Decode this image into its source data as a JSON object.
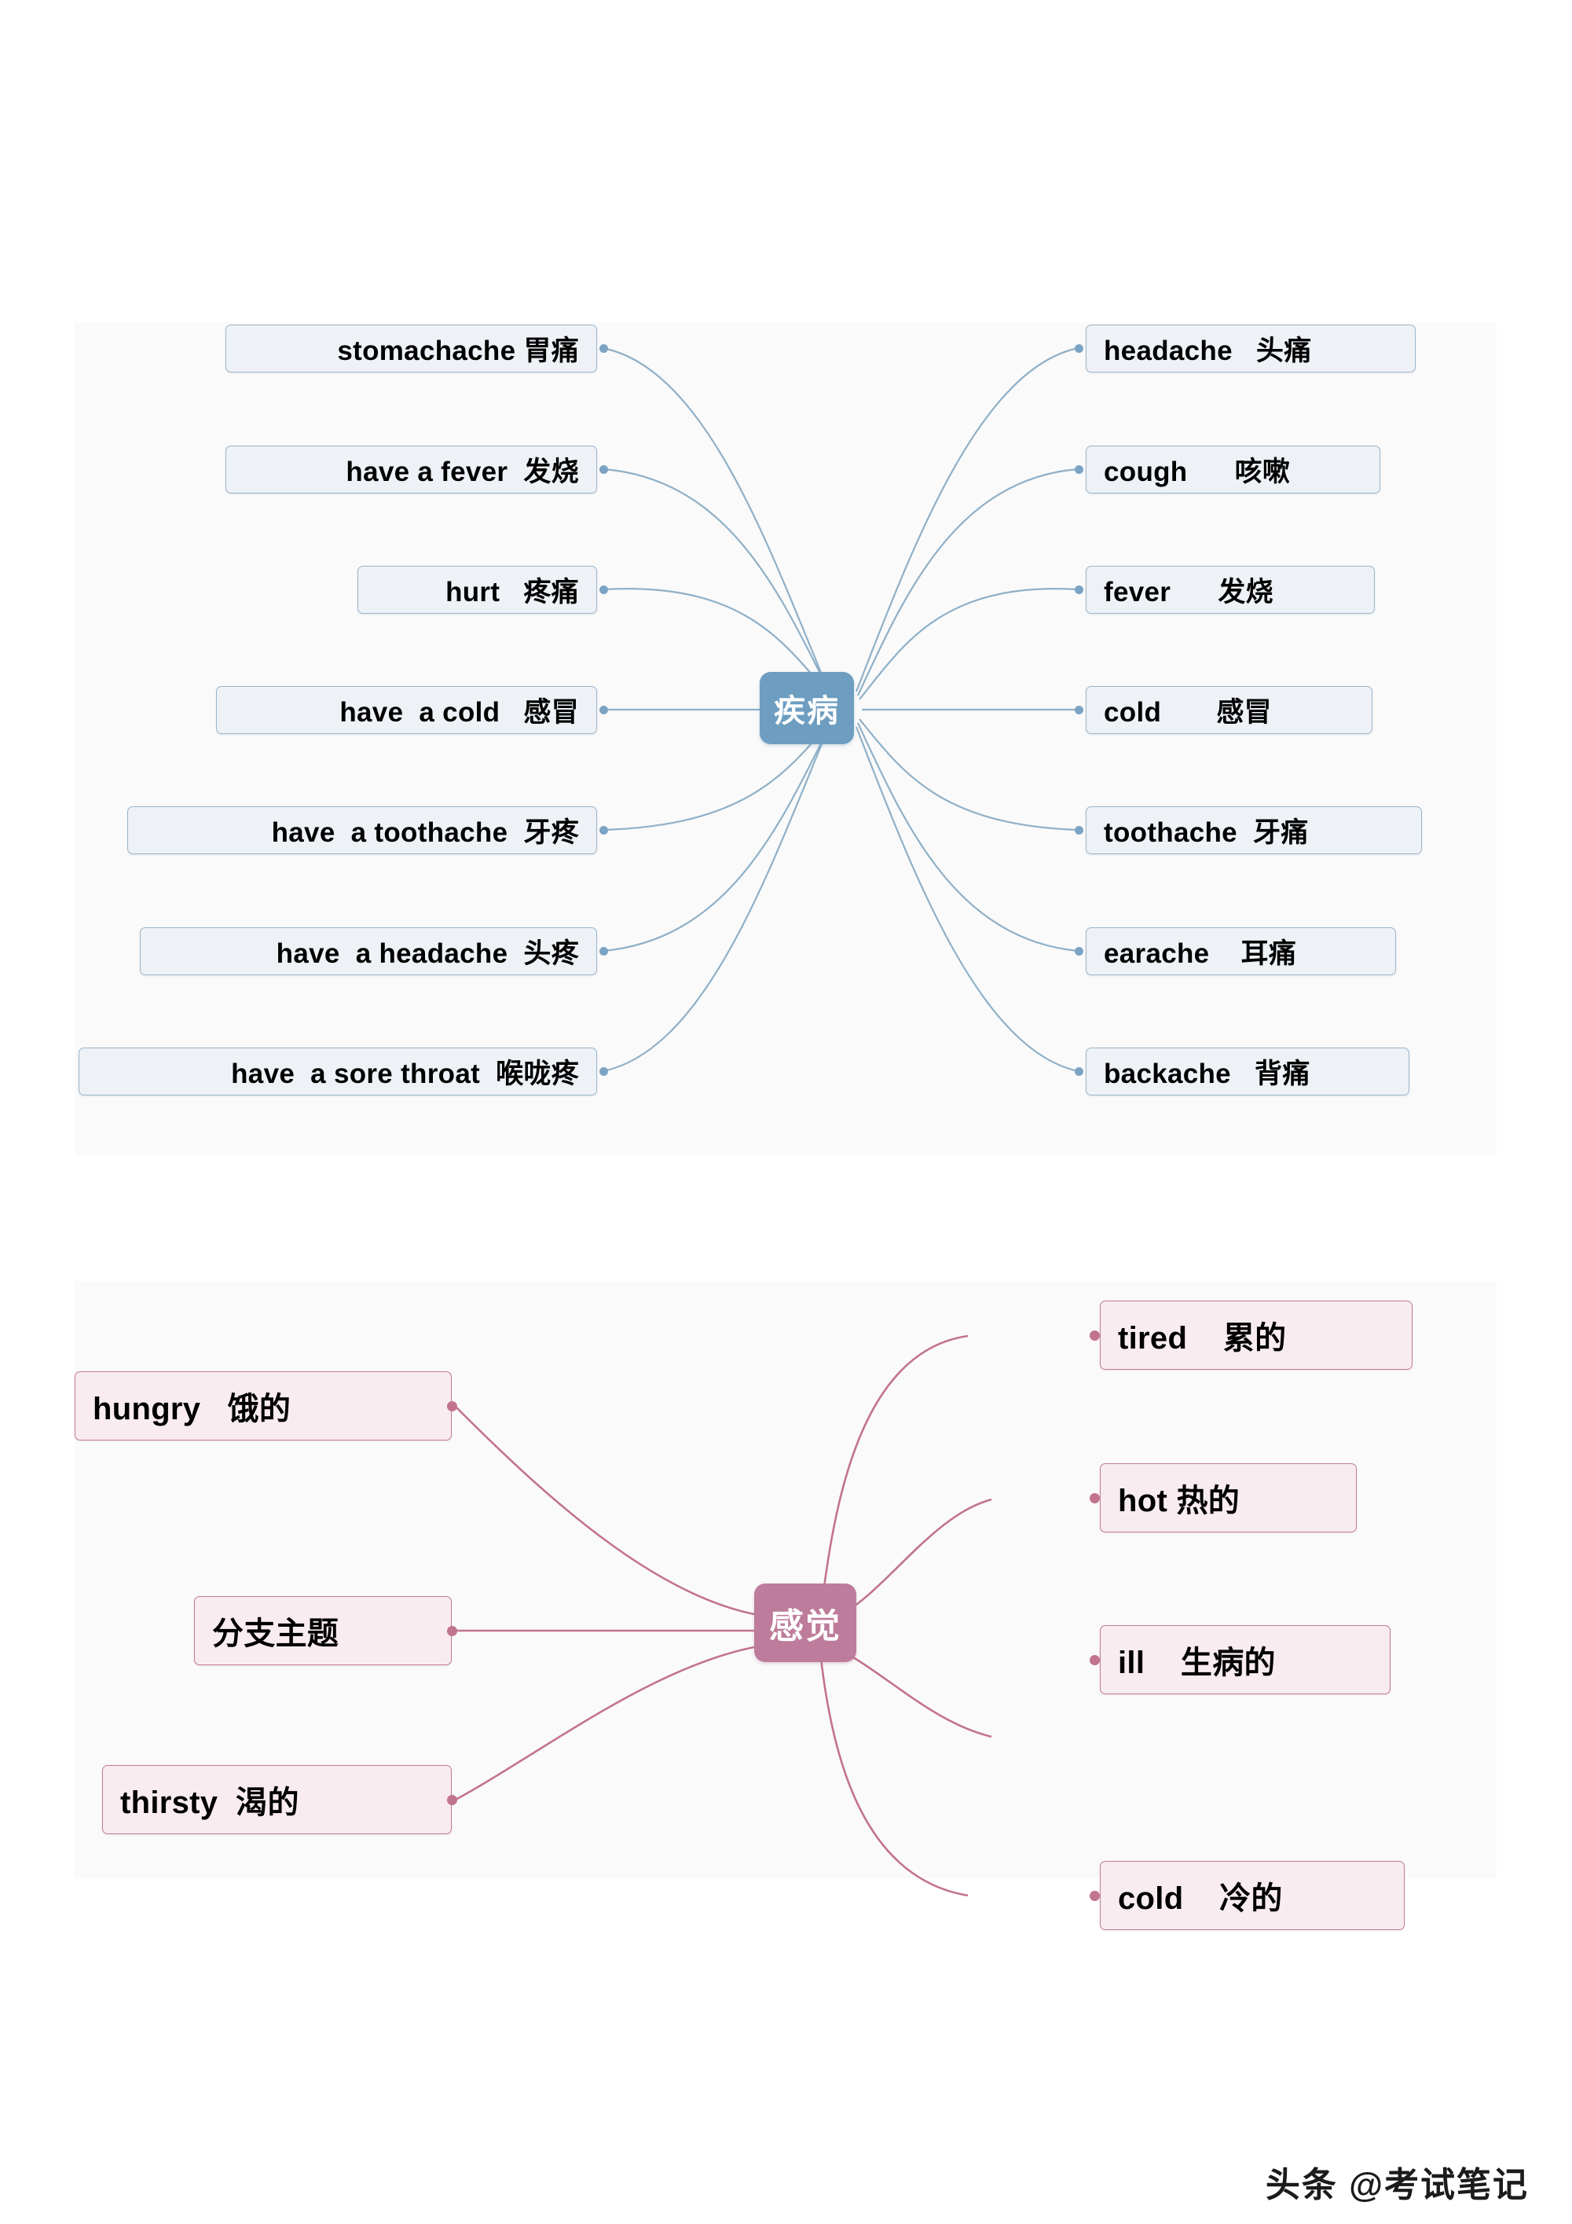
{
  "maps": [
    {
      "id": "disease",
      "center": {
        "label": "疾病",
        "color": "#6d9dc0"
      },
      "theme": {
        "box_fill": "#eef2f6",
        "box_border": "#9bb6cb",
        "link": "#8fb0c8"
      },
      "left_branches": [
        {
          "label": "stomachache 胃痛"
        },
        {
          "label": "have a fever  发烧"
        },
        {
          "label": "hurt   疼痛"
        },
        {
          "label": "have  a cold   感冒"
        },
        {
          "label": "have  a toothache  牙疼"
        },
        {
          "label": "have  a headache  头疼"
        },
        {
          "label": "have  a sore throat  喉咙疼"
        }
      ],
      "right_branches": [
        {
          "label": "headache   头痛"
        },
        {
          "label": "cough      咳嗽"
        },
        {
          "label": "fever      发烧"
        },
        {
          "label": "cold       感冒"
        },
        {
          "label": "toothache  牙痛"
        },
        {
          "label": "earache    耳痛"
        },
        {
          "label": "backache   背痛"
        }
      ]
    },
    {
      "id": "feeling",
      "center": {
        "label": "感觉",
        "color": "#bd7c9b"
      },
      "theme": {
        "box_fill": "#f9ecf1",
        "box_border": "#c07a9a",
        "link": "#c2738f"
      },
      "left_branches": [
        {
          "label": "hungry   饿的"
        },
        {
          "label": "分支主题"
        },
        {
          "label": "thirsty  渴的"
        }
      ],
      "right_branches": [
        {
          "label": "tired    累的"
        },
        {
          "label": "hot 热的"
        },
        {
          "label": "ill    生病的"
        },
        {
          "label": "cold    冷的"
        }
      ]
    }
  ],
  "watermark": {
    "text": "头条 @考试笔记"
  }
}
